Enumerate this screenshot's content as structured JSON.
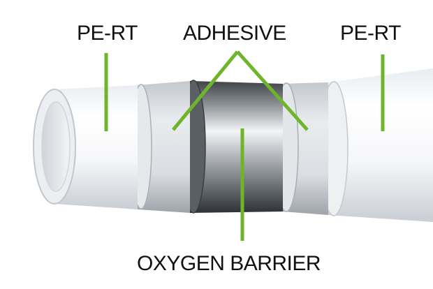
{
  "labels": {
    "inner_layer": "PE-RT",
    "adhesive": "ADHESIVE",
    "outer_layer": "PE-RT",
    "barrier": "OXYGEN BARRIER"
  },
  "colors": {
    "leader_line": "#6fb52c",
    "label_text": "#111111",
    "background": "#ffffff"
  }
}
